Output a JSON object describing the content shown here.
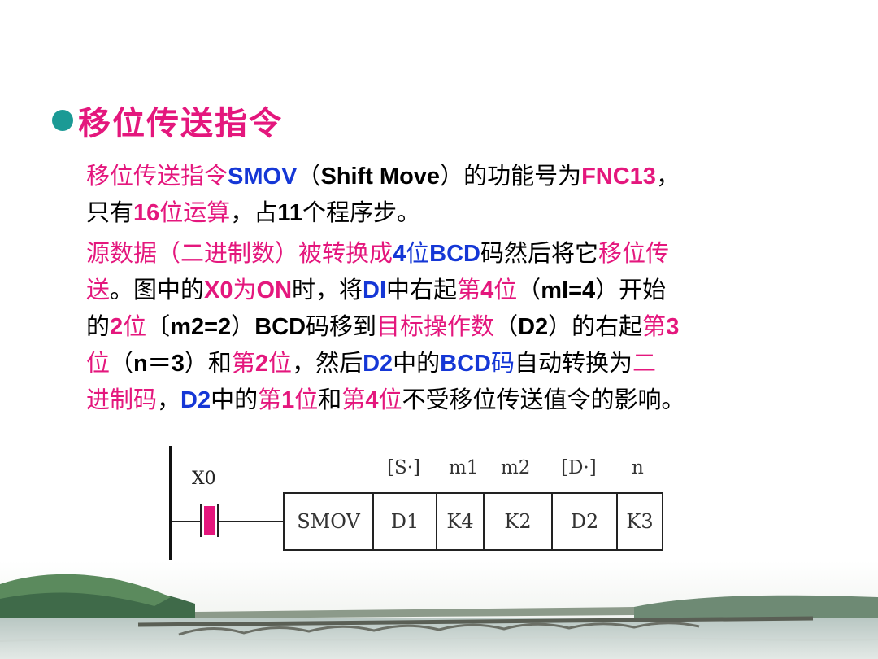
{
  "title": "移位传送指令",
  "para1": {
    "l1_a": "移位传送指令",
    "l1_b": "SMOV",
    "l1_c": "（",
    "l1_d": "Shift Move",
    "l1_e": "）的功能号为",
    "l1_f": "FNC13",
    "l1_g": "，",
    "l2_a": "只有",
    "l2_b": "16",
    "l2_c": "位运算",
    "l2_d": "，占",
    "l2_e": "11",
    "l2_f": "个程序步。"
  },
  "para2": {
    "l1_a": "源数据（二进制数）被转换成",
    "l1_b": "4",
    "l1_c": "位",
    "l1_d": "BCD",
    "l1_e": "码然后将它",
    "l1_f": "移位传",
    "l2_a": "送",
    "l2_b": "。图中的",
    "l2_c": "X0",
    "l2_d": "为",
    "l2_e": "ON",
    "l2_f": "时，将",
    "l2_g": "DI",
    "l2_h": "中右起",
    "l2_i": "第",
    "l2_j": "4",
    "l2_k": "位",
    "l2_l": "（",
    "l2_m": "ml=4",
    "l2_n": "）开始",
    "l3_a": "的",
    "l3_b": "2",
    "l3_c": "位",
    "l3_d": "〔",
    "l3_e": "m2=2",
    "l3_f": "）",
    "l3_g": "BCD",
    "l3_h": "码移到",
    "l3_i": "目标操作数",
    "l3_j": "（",
    "l3_k": "D2",
    "l3_l": "）的右起",
    "l3_m": "第",
    "l3_n": "3",
    "l4_a": "位",
    "l4_b": "（",
    "l4_c": "n＝3",
    "l4_d": "）和",
    "l4_e": "第",
    "l4_f": "2",
    "l4_g": "位",
    "l4_h": "，然后",
    "l4_i": "D2",
    "l4_j": "中的",
    "l4_k": "BCD",
    "l4_l": "码",
    "l4_m": "自动转换为",
    "l4_n": "二",
    "l5_a": "进制码",
    "l5_b": "，",
    "l5_c": "D2",
    "l5_d": "中的",
    "l5_e": "第",
    "l5_f": "1",
    "l5_g": "位",
    "l5_h": "和",
    "l5_i": "第",
    "l5_j": "4",
    "l5_k": "位",
    "l5_l": "不受移位传送值令的影响。"
  },
  "ladder": {
    "contact": "X0",
    "op_labels": [
      "[S·]",
      "m1",
      "m2",
      "[D·]",
      "n"
    ],
    "cells": [
      "SMOV",
      "D1",
      "K4",
      "K2",
      "D2",
      "K3"
    ]
  },
  "colors": {
    "pink": "#e4177d",
    "blue": "#1537d6",
    "bullet": "#1b9a95"
  }
}
